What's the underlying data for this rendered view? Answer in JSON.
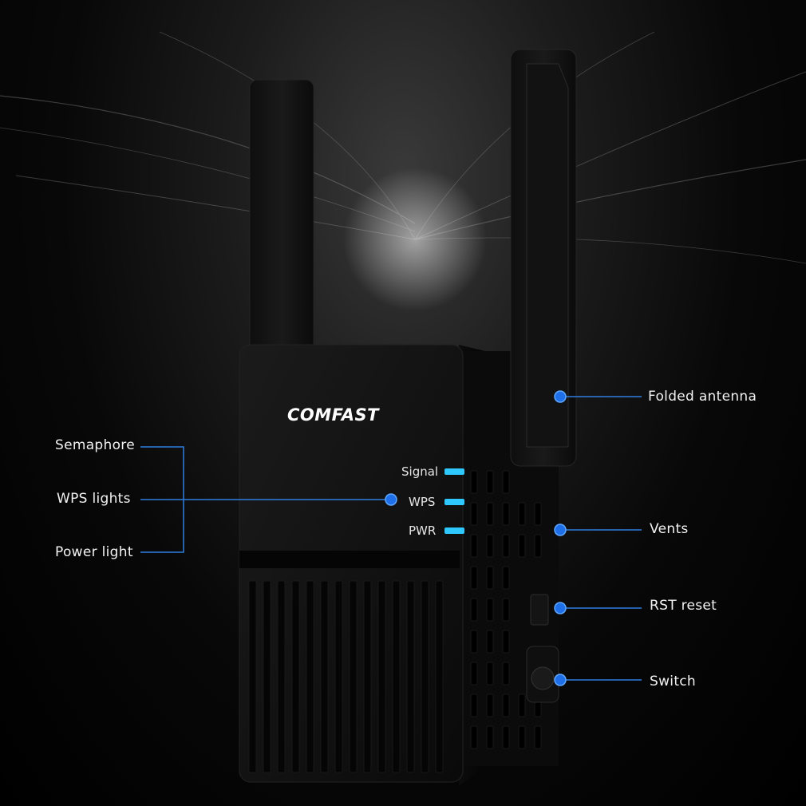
{
  "brand": {
    "logo_text": "COMFAST"
  },
  "leds": [
    {
      "label": "Signal",
      "color": "#2ec8ff"
    },
    {
      "label": "WPS",
      "color": "#2ec8ff"
    },
    {
      "label": "PWR",
      "color": "#2ec8ff"
    }
  ],
  "callouts": {
    "left": [
      "Semaphore",
      "WPS lights",
      "Power light"
    ],
    "right": [
      "Folded antenna",
      "Vents",
      "RST reset",
      "Switch"
    ]
  },
  "colors": {
    "callout_line": "#2f7fe0",
    "callout_dot": "#1e6fe8",
    "led": "#2ec8ff",
    "device_body": "#111111"
  }
}
